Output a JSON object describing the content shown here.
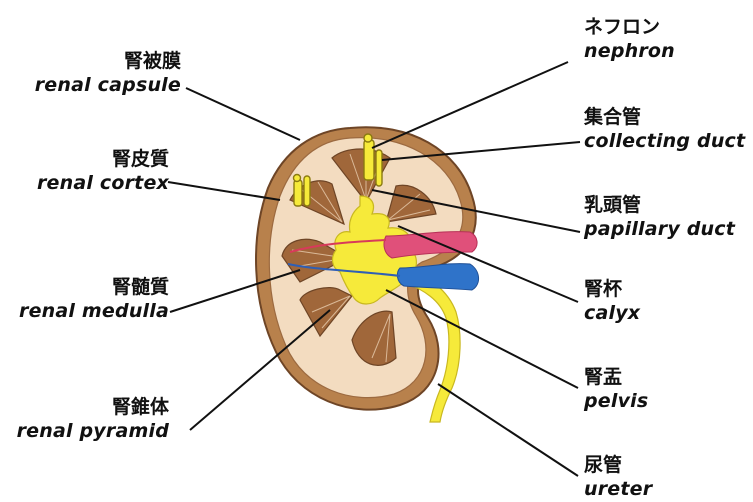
{
  "labels": {
    "nephron": {
      "jp": "ネフロン",
      "en": "nephron"
    },
    "collecting_duct": {
      "jp": "集合管",
      "en": "collecting duct"
    },
    "papillary_duct": {
      "jp": "乳頭管",
      "en": "papillary duct"
    },
    "calyx": {
      "jp": "腎杯",
      "en": "calyx"
    },
    "pelvis": {
      "jp": "腎盂",
      "en": "pelvis"
    },
    "ureter": {
      "jp": "尿管",
      "en": "ureter"
    },
    "renal_capsule": {
      "jp": "腎被膜",
      "en": "renal capsule"
    },
    "renal_cortex": {
      "jp": "腎皮質",
      "en": "renal cortex"
    },
    "renal_medulla": {
      "jp": "腎髄質",
      "en": "renal medulla"
    },
    "renal_pyramid": {
      "jp": "腎錐体",
      "en": "renal pyramid"
    }
  },
  "colors": {
    "capsule": "#b8814c",
    "cortex": "#f3dcc0",
    "pyramid": "#a0673a",
    "pelvis": "#f6ea3a",
    "artery": "#e0507a",
    "vein": "#2f73c9",
    "leader_line": "#111111"
  }
}
